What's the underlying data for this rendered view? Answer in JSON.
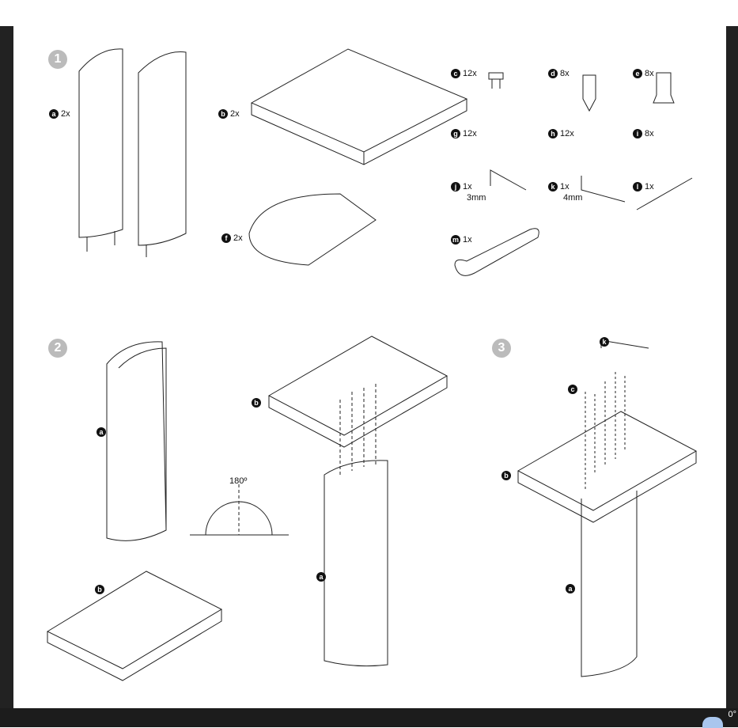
{
  "steps": [
    "1",
    "2",
    "3"
  ],
  "parts": [
    {
      "letter": "a",
      "qty": "2x"
    },
    {
      "letter": "b",
      "qty": "2x"
    },
    {
      "letter": "f",
      "qty": "2x"
    },
    {
      "letter": "c",
      "qty": "12x"
    },
    {
      "letter": "d",
      "qty": "8x"
    },
    {
      "letter": "e",
      "qty": "8x"
    },
    {
      "letter": "g",
      "qty": "12x"
    },
    {
      "letter": "h",
      "qty": "12x"
    },
    {
      "letter": "i",
      "qty": "8x"
    },
    {
      "letter": "j",
      "qty": "1x",
      "size": "3mm"
    },
    {
      "letter": "k",
      "qty": "1x",
      "size": "4mm"
    },
    {
      "letter": "l",
      "qty": "1x"
    },
    {
      "letter": "m",
      "qty": "1x"
    }
  ],
  "callouts": {
    "a": "a",
    "b": "b",
    "c": "c",
    "k": "k"
  },
  "angle": "180º",
  "taskbar": {
    "temperature": "0°"
  }
}
